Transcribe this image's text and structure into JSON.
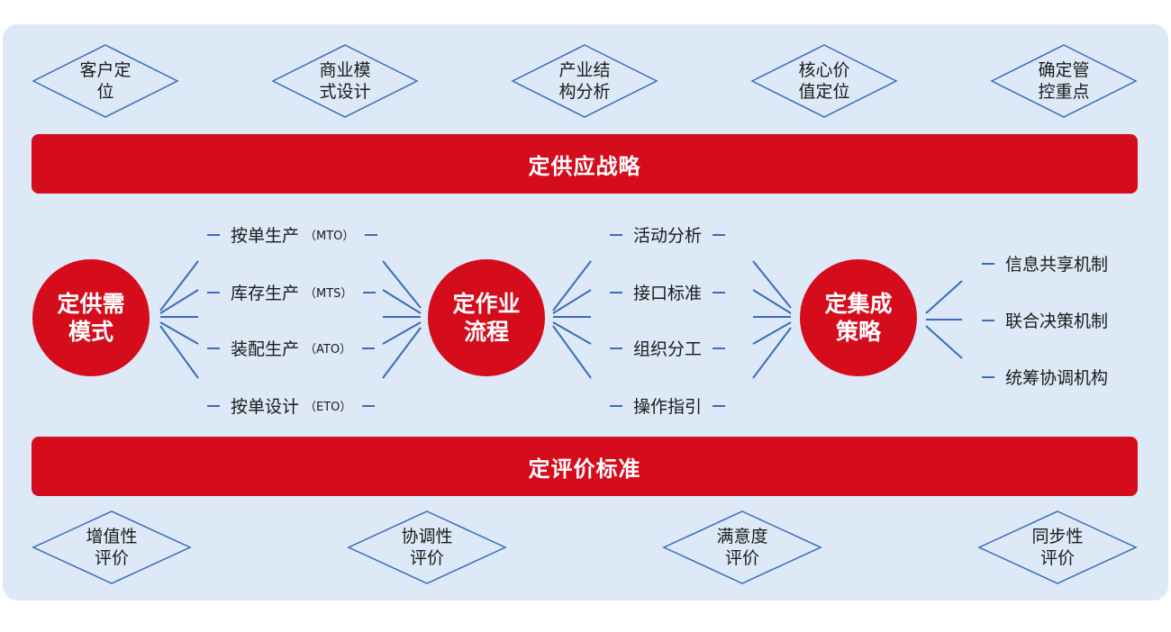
{
  "top_diamonds": [
    {
      "line1": "客户定",
      "line2": "位"
    },
    {
      "line1": "商业模",
      "line2": "式设计"
    },
    {
      "line1": "产业结",
      "line2": "构分析"
    },
    {
      "line1": "核心价",
      "line2": "值定位"
    },
    {
      "line1": "确定管",
      "line2": "控重点"
    }
  ],
  "bars": {
    "top": "定供应战略",
    "bottom": "定评价标准"
  },
  "circles": [
    {
      "line1": "定供需",
      "line2": "模式"
    },
    {
      "line1": "定作业",
      "line2": "流程"
    },
    {
      "line1": "定集成",
      "line2": "策略"
    }
  ],
  "modes": [
    {
      "label": "按单生产",
      "code": "（MTO）"
    },
    {
      "label": "库存生产",
      "code": "（MTS）"
    },
    {
      "label": "装配生产",
      "code": "（ATO）"
    },
    {
      "label": "按单设计",
      "code": "（ETO）"
    }
  ],
  "processes": [
    "活动分析",
    "接口标准",
    "组织分工",
    "操作指引"
  ],
  "strategies": [
    "信息共享机制",
    "联合决策机制",
    "统筹协调机构"
  ],
  "bottom_diamonds": [
    {
      "line1": "增值性",
      "line2": "评价"
    },
    {
      "line1": "协调性",
      "line2": "评价"
    },
    {
      "line1": "满意度",
      "line2": "评价"
    },
    {
      "line1": "同步性",
      "line2": "评价"
    }
  ],
  "colors": {
    "accent_red": "#d50c1c",
    "panel_bg": "#dde9f7",
    "line_blue": "#3b6cb8"
  }
}
